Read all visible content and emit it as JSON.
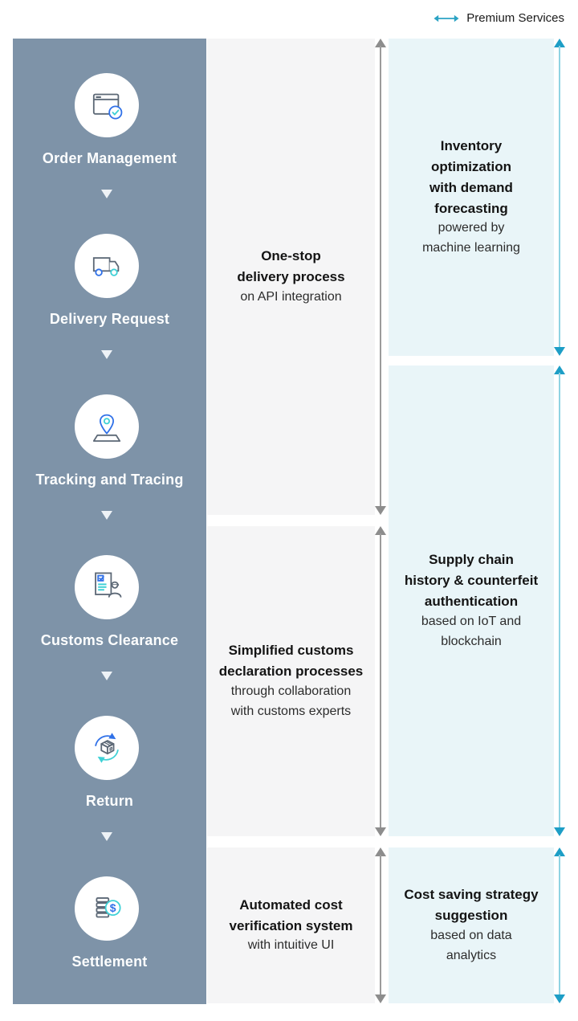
{
  "legend": {
    "label": "Premium Services",
    "arrow_icon": "double-headed-horizontal-arrow-icon",
    "arrow_color": "#2ba3c4"
  },
  "palette": {
    "process_column_bg": "#7e93a8",
    "core_column_bg": "#f5f5f6",
    "premium_column_bg": "#e9f5f8",
    "icon_blue": "#3071e8",
    "icon_teal": "#3fd1d6",
    "icon_stroke": "#5c6876",
    "gray_arrow": "#9b9b9b",
    "teal_arrow_shaft": "#8fd3e3",
    "teal_arrow_head": "#1d9ec6",
    "step_label_color": "#ffffff"
  },
  "process_steps": [
    {
      "label": "Order Management",
      "icon": "order-management-window-check-icon"
    },
    {
      "label": "Delivery Request",
      "icon": "delivery-truck-icon"
    },
    {
      "label": "Tracking and Tracing",
      "icon": "map-pin-tracking-icon"
    },
    {
      "label": "Customs Clearance",
      "icon": "customs-document-officer-icon"
    },
    {
      "label": "Return",
      "icon": "package-return-arrows-icon"
    },
    {
      "label": "Settlement",
      "icon": "coin-stack-dollar-icon"
    }
  ],
  "core_services": [
    {
      "title": "One-stop\ndelivery process",
      "subtitle": "on API integration"
    },
    {
      "title": "Simplified customs\ndeclaration processes",
      "subtitle": "through collaboration\nwith customs experts"
    },
    {
      "title": "Automated cost\nverification system",
      "subtitle": "with intuitive UI"
    }
  ],
  "premium_services": [
    {
      "title": "Inventory\noptimization\nwith demand\nforecasting",
      "subtitle": "powered by\nmachine learning"
    },
    {
      "title": "Supply chain\nhistory & counterfeit\nauthentication",
      "subtitle": "based on IoT and\nblockchain"
    },
    {
      "title": "Cost saving strategy\nsuggestion",
      "subtitle": "based on data\nanalytics"
    }
  ]
}
